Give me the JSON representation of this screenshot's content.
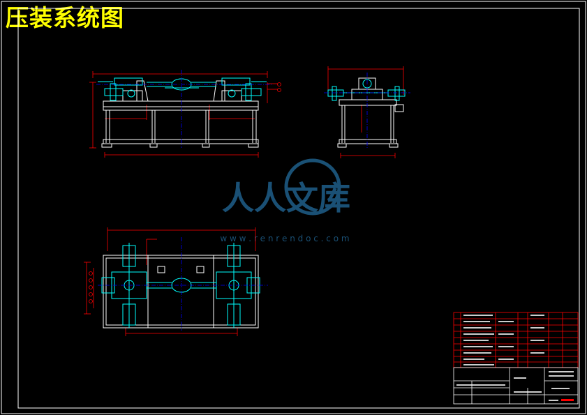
{
  "title": "压装系统图",
  "watermark": {
    "main": "人人文库",
    "url": "w w w . r e n r e n d o c . c o m"
  },
  "colors": {
    "background": "#000000",
    "frame": "#ffffff",
    "title": "#ffff00",
    "part_outline": "#ffffff",
    "part_detail": "#00ffff",
    "dimension": "#ff0000",
    "centerline": "#0000ff",
    "watermark": "#1f5f8a"
  }
}
